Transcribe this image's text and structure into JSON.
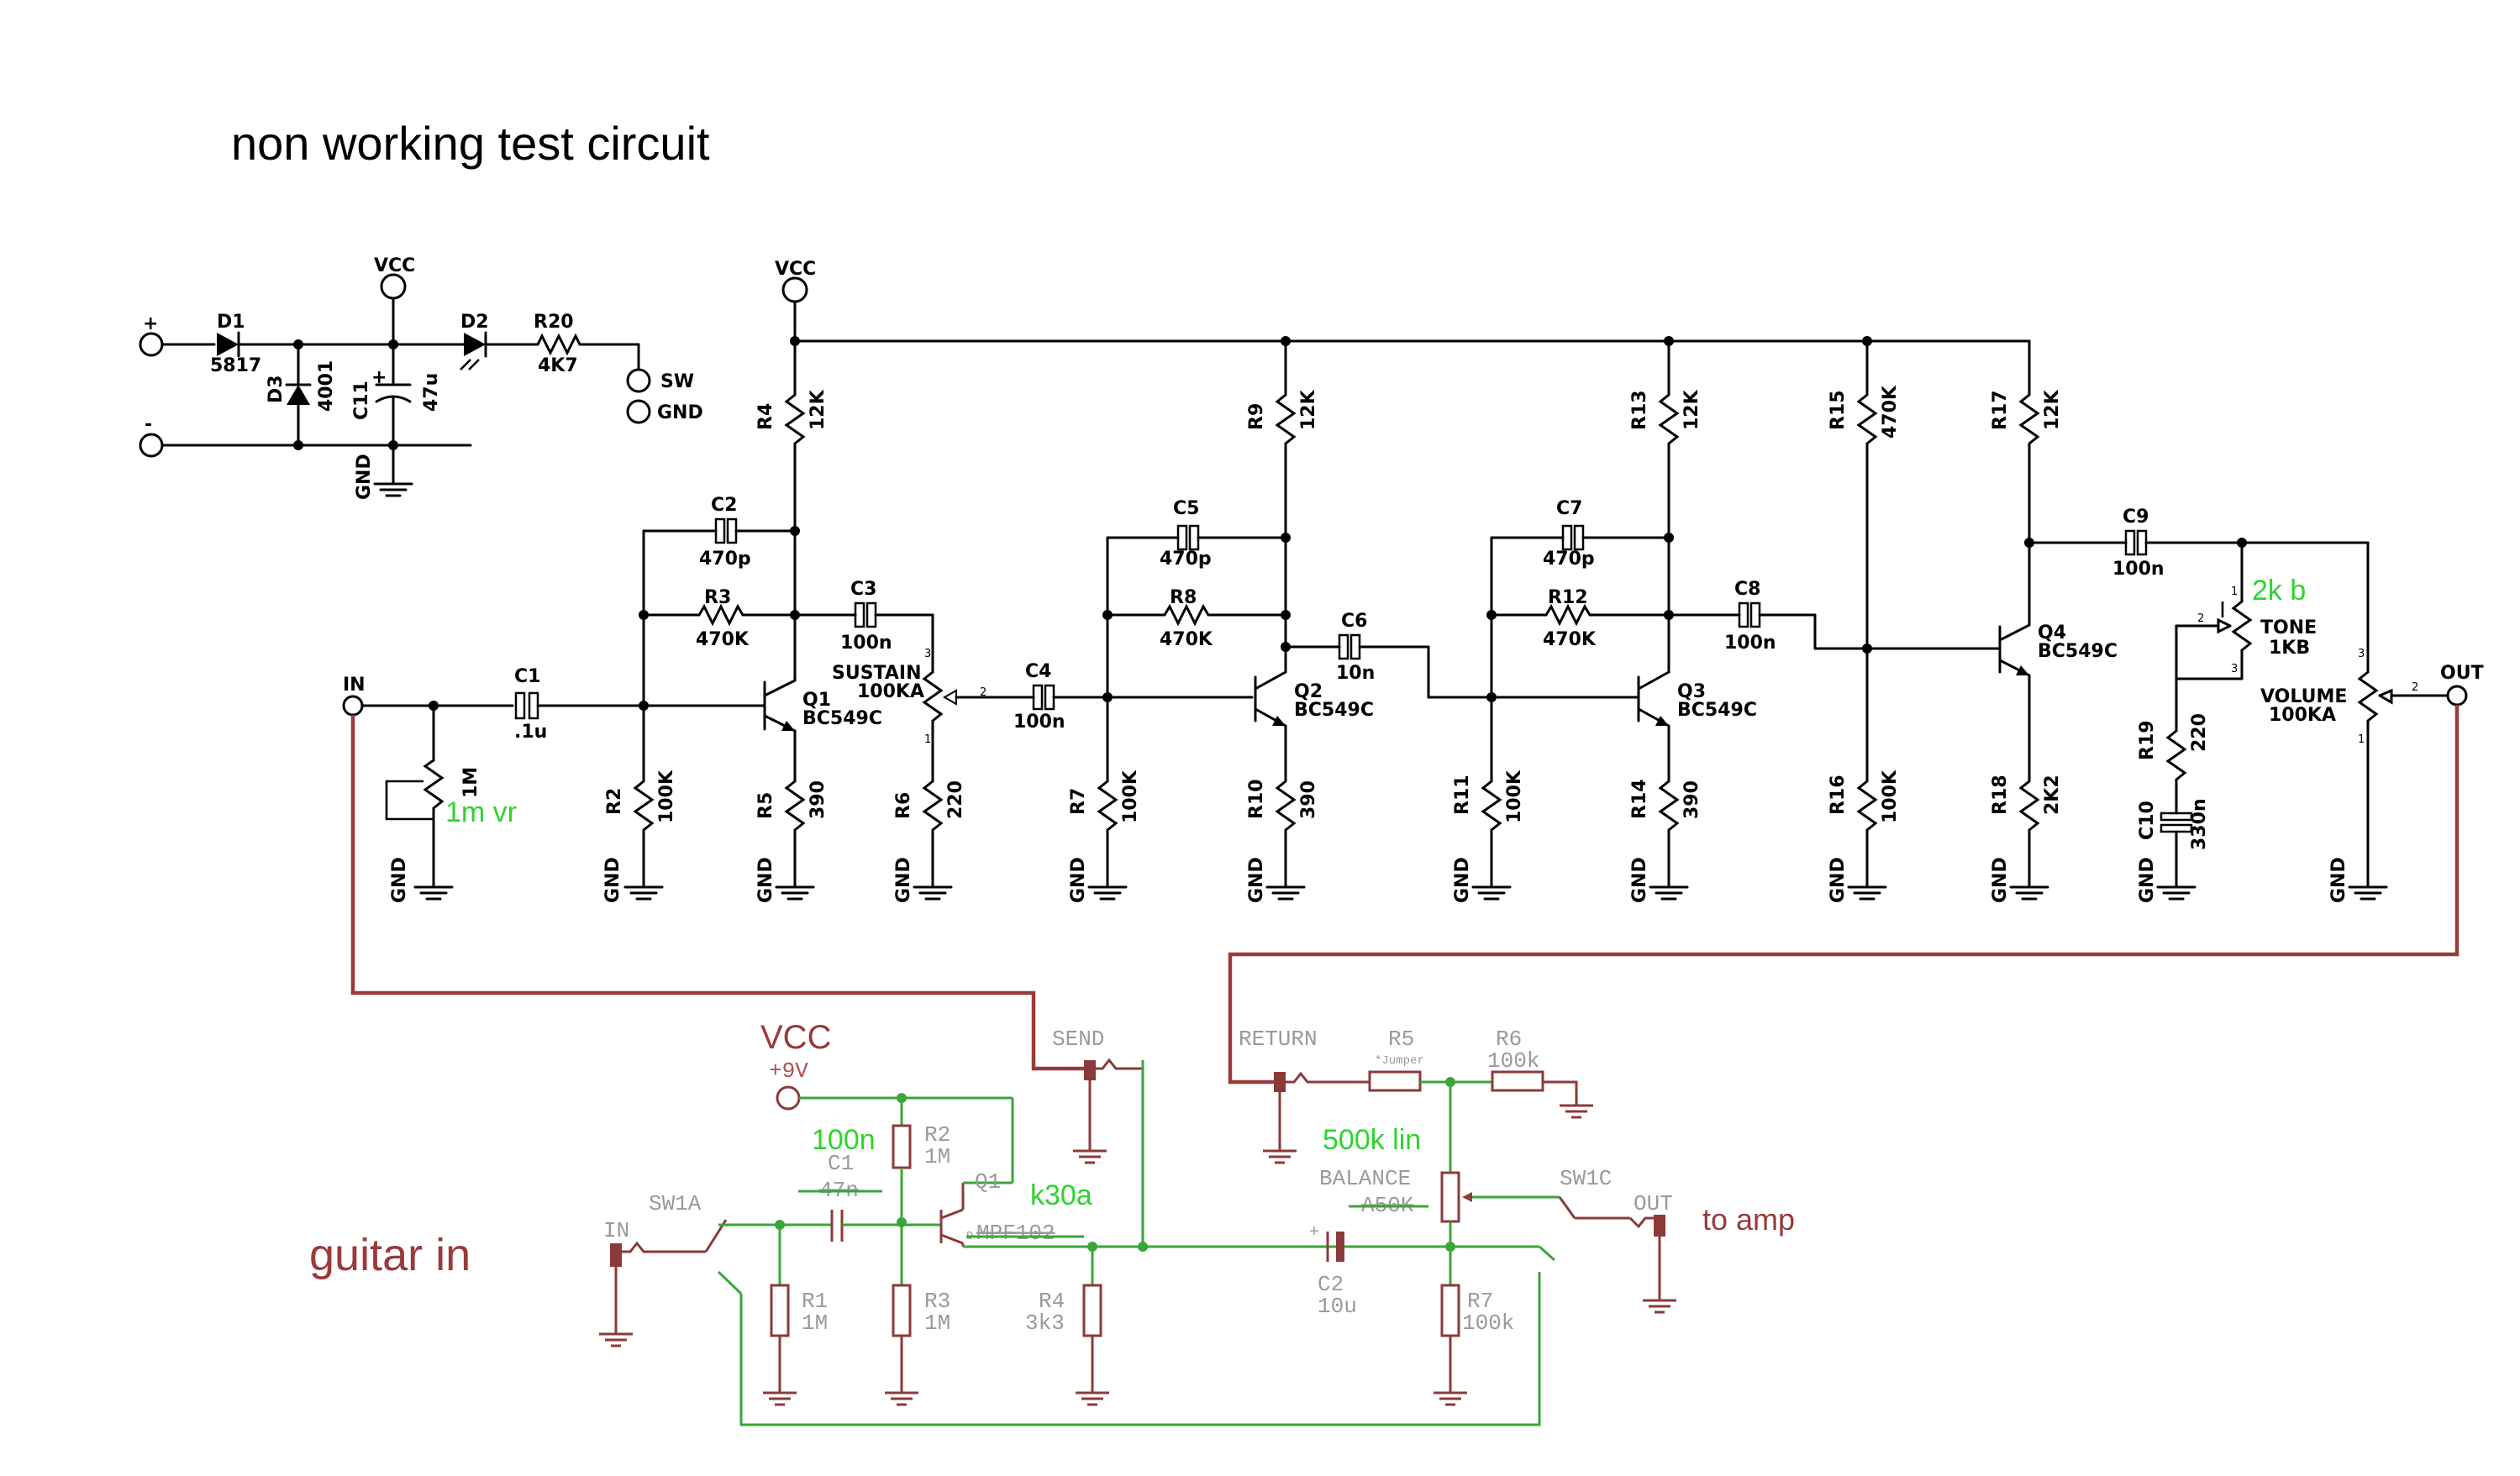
{
  "title": "non working test circuit",
  "power": {
    "plus": "+",
    "minus": "-",
    "vcc": "VCC",
    "gnd": "GND",
    "d1": "D1",
    "d1_val": "5817",
    "d2": "D2",
    "d3": "D3",
    "d3_val": "4001",
    "r20": "R20",
    "r20_val": "4K7",
    "c11": "C11",
    "c11_val": "47u",
    "sw": "SW",
    "gnd_pad": "GND"
  },
  "amp": {
    "vcc": "VCC",
    "gnd": "GND",
    "in": "IN",
    "out": "OUT",
    "c1": "C1",
    "c1_val": ".1u",
    "r1_val": "1M",
    "c2": "C2",
    "c2_val": "470p",
    "c3": "C3",
    "c3_val": "100n",
    "c4": "C4",
    "c4_val": "100n",
    "c5": "C5",
    "c5_val": "470p",
    "c6": "C6",
    "c6_val": "10n",
    "c7": "C7",
    "c7_val": "470p",
    "c8": "C8",
    "c8_val": "100n",
    "c9": "C9",
    "c9_val": "100n",
    "c10": "C10",
    "c10_val": "330n",
    "r2": "R2",
    "r2_val": "100K",
    "r3": "R3",
    "r3_val": "470K",
    "r4": "R4",
    "r4_val": "12K",
    "r5": "R5",
    "r5_val": "390",
    "r6": "R6",
    "r6_val": "220",
    "r7": "R7",
    "r7_val": "100K",
    "r8": "R8",
    "r8_val": "470K",
    "r9": "R9",
    "r9_val": "12K",
    "r10": "R10",
    "r10_val": "390",
    "r11": "R11",
    "r11_val": "100K",
    "r12": "R12",
    "r12_val": "470K",
    "r13": "R13",
    "r13_val": "12K",
    "r14": "R14",
    "r14_val": "390",
    "r15": "R15",
    "r15_val": "470K",
    "r16": "R16",
    "r16_val": "100K",
    "r17": "R17",
    "r17_val": "12K",
    "r18": "R18",
    "r18_val": "2K2",
    "r19": "R19",
    "r19_val": "220",
    "q1": "Q1",
    "q2": "Q2",
    "q3": "Q3",
    "q4": "Q4",
    "q_val": "BC549C",
    "sustain": "SUSTAIN",
    "sustain_val": "100KA",
    "tone": "TONE",
    "tone_val": "1KB",
    "volume": "VOLUME",
    "volume_val": "100KA",
    "pin1": "1",
    "pin2": "2",
    "pin3": "3"
  },
  "loop": {
    "vcc": "VCC",
    "plus9v": "+9V",
    "send": "SEND",
    "return": "RETURN",
    "in": "IN",
    "out": "OUT",
    "sw1a": "SW1A",
    "sw1c": "SW1C",
    "c1": "C1",
    "c1_val": "47n",
    "r1": "R1",
    "r1_val": "1M",
    "r2": "R2",
    "r2_val": "1M",
    "r3": "R3",
    "r3_val": "1M",
    "r4": "R4",
    "r4_val": "3k3",
    "q1": "Q1",
    "q1_val": "MPF102",
    "r5": "R5",
    "r5_note": "*Jumper",
    "r6": "R6",
    "r6_val": "100k",
    "r7": "R7",
    "r7_val": "100k",
    "c2": "C2",
    "c2_val": "10u",
    "balance": "BALANCE",
    "balance_val": "A50K",
    "d_pin": "D",
    "plus": "+"
  },
  "notes": {
    "vr_1m": "1m vr",
    "tone_2kb": "2k b",
    "cap_100n": "100n",
    "k30a": "k30a",
    "lin_500k": "500k lin",
    "guitar_in": "guitar in",
    "to_amp": "to amp"
  },
  "colors": {
    "ink": "#000000",
    "annotation_green": "#2fd32f",
    "wire_red": "#9a3a3a",
    "board_grey": "#9a9a9a",
    "board_green": "#3aa63a"
  }
}
